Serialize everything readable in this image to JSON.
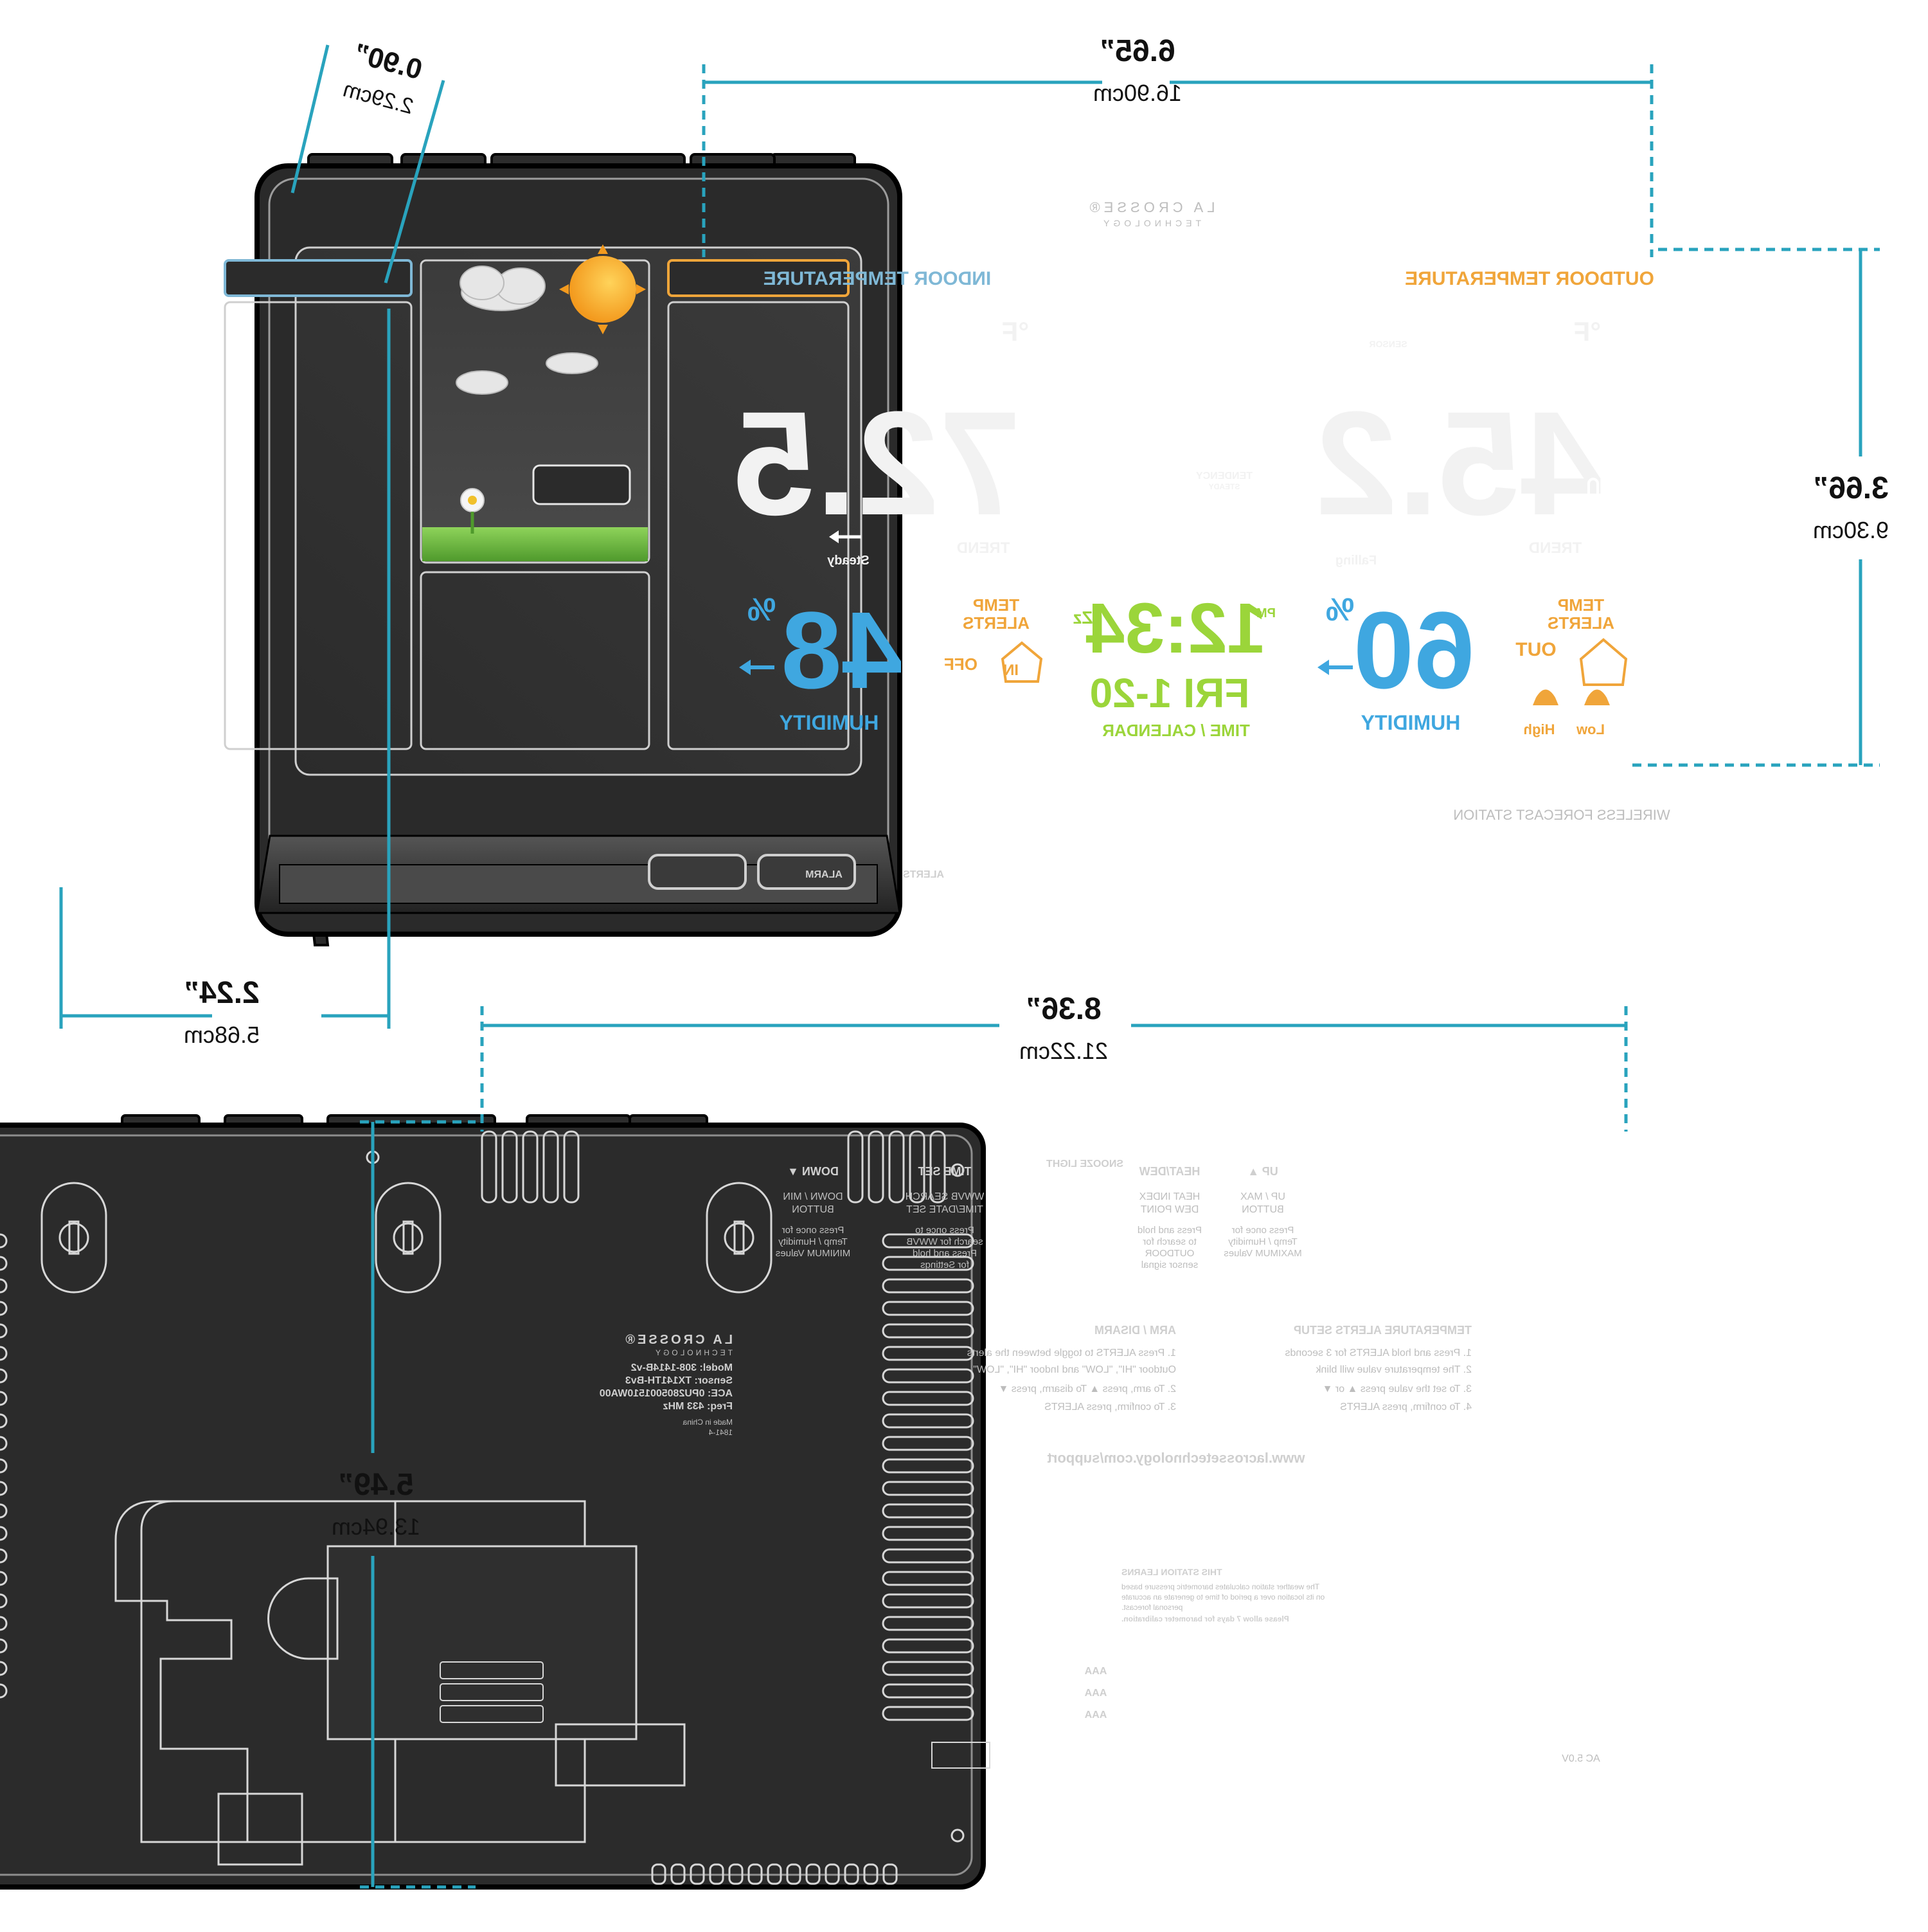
{
  "dimensions": {
    "width_front": {
      "in": "6.65”",
      "cm": "16.90cm"
    },
    "height_front": {
      "in": "3.66”",
      "cm": "9.30cm"
    },
    "depth_top": {
      "in": "0.90”",
      "cm": "2.29cm"
    },
    "depth_base": {
      "in": "2.24”",
      "cm": "5.68cm"
    },
    "width_back": {
      "in": "8.36”",
      "cm": "21.22cm"
    },
    "height_back": {
      "in": "5.49”",
      "cm": "13.94cm"
    }
  },
  "front": {
    "brand": "LA CROSSE®",
    "brand_sub": "TECHNOLOGY",
    "model_label": "WIRELESS FORECAST STATION",
    "buttons": [
      "ALARM",
      "ALERTS"
    ],
    "indoor": {
      "header": "INDOOR TEMPERATURE",
      "temp": "72.5",
      "unit": "°F",
      "trend_text": "Steady",
      "trend_btn": "TREND",
      "humidity": "48",
      "humidity_unit": "%",
      "humidity_label": "HUMIDITY",
      "alerts_label": [
        "TEMP",
        "ALERTS"
      ],
      "alerts_state": "OFF",
      "alerts_loc": "IN"
    },
    "forecast": {
      "tendency_label": "TENDENCY",
      "tendency_state": "STEADY"
    },
    "clock": {
      "time": "12:34",
      "ampm": "PM",
      "date": "FRI 1-20",
      "label": "TIME / CALENDAR",
      "snooze": "Zz"
    },
    "outdoor": {
      "header": "OUTDOOR TEMPERATURE",
      "sensor_label": "SENSOR",
      "temp": "45.2",
      "unit": "°F",
      "trend_text": "Falling",
      "trend_btn": "TREND",
      "humidity": "60",
      "humidity_unit": "%",
      "humidity_label": "HUMIDITY",
      "alerts_label": [
        "TEMP",
        "ALERTS"
      ],
      "alerts_loc": "OUT",
      "high": "High",
      "low": "Low"
    }
  },
  "back": {
    "buttons": [
      {
        "tag": "UP ▲",
        "title": [
          "UP / MAX",
          "BUTTON"
        ],
        "desc": [
          "Press once for",
          "Temp / Humidity",
          "MAXIMUM Values"
        ]
      },
      {
        "tag": "HEAT/DEW",
        "title": [
          "HEAT INDEX",
          "DEW POINT"
        ],
        "desc": [
          "Press and hold",
          "to search for",
          "OUTDOOR",
          "sensor signal"
        ]
      },
      {
        "tag": "SNOOZE LIGHT",
        "title": [],
        "desc": []
      },
      {
        "tag": "TIME SET",
        "title": [
          "WWVB SEARCH",
          "TIME/DATE SET"
        ],
        "desc": [
          "Press once to",
          "search for WWVB",
          "Press and hold",
          "for Settings"
        ]
      },
      {
        "tag": "DOWN ▼",
        "title": [
          "DOWN / MIN",
          "BUTTON"
        ],
        "desc": [
          "Press once for",
          "Temp / Humidity",
          "MINIMUM Values"
        ]
      }
    ],
    "alerts_setup": {
      "title": "TEMPERATURE ALERTS SETUP",
      "steps": [
        "1. Press and hold ALERTS for 3 seconds",
        "2. The temperature value will blink",
        "3. To set the value press ▲ or ▼",
        "4. To confirm, press ALERTS"
      ]
    },
    "arm": {
      "title": "ARM / DISARM",
      "steps": [
        "1. Press ALERTS to toggle between the alerts",
        "Outdoor \"HI\", \"LOW\" and Indoor \"HI\", \"LOW\"",
        "2. To arm, press ▲  To disarm, press ▼",
        "3. To confirm, press ALERTS"
      ]
    },
    "label": {
      "brand": "LA CROSSE®",
      "brand_sub": "TECHNOLOGY",
      "lines": [
        "Model: 308-1414B-v2",
        "Sensor: TX141TH-Bv3",
        "ACE: 0PU2805001510WA00",
        "Freq: 433 MHz",
        "Made in China",
        "1841-4"
      ]
    },
    "url": "www.lacrossetechnology.com/support",
    "battery": {
      "title": "THIS STATION LEARNS",
      "text": [
        "The weather station calculates barometric pressure based",
        "on its location over a period of time to generate an accurate",
        "personal forecast.",
        "Please allow 7 days for barometer calibration."
      ],
      "cells": [
        "AAA",
        "AAA",
        "AAA"
      ]
    },
    "power": "AC 5.0V"
  },
  "colors": {
    "dimension_line": "#29a3bd",
    "body": "#2a2a2a",
    "indoor_header": "#7fb8d6",
    "outdoor_header": "#f0a53a",
    "humidity": "#3fa7e0",
    "clock": "#9bd53a",
    "alert": "#f0a53a"
  }
}
